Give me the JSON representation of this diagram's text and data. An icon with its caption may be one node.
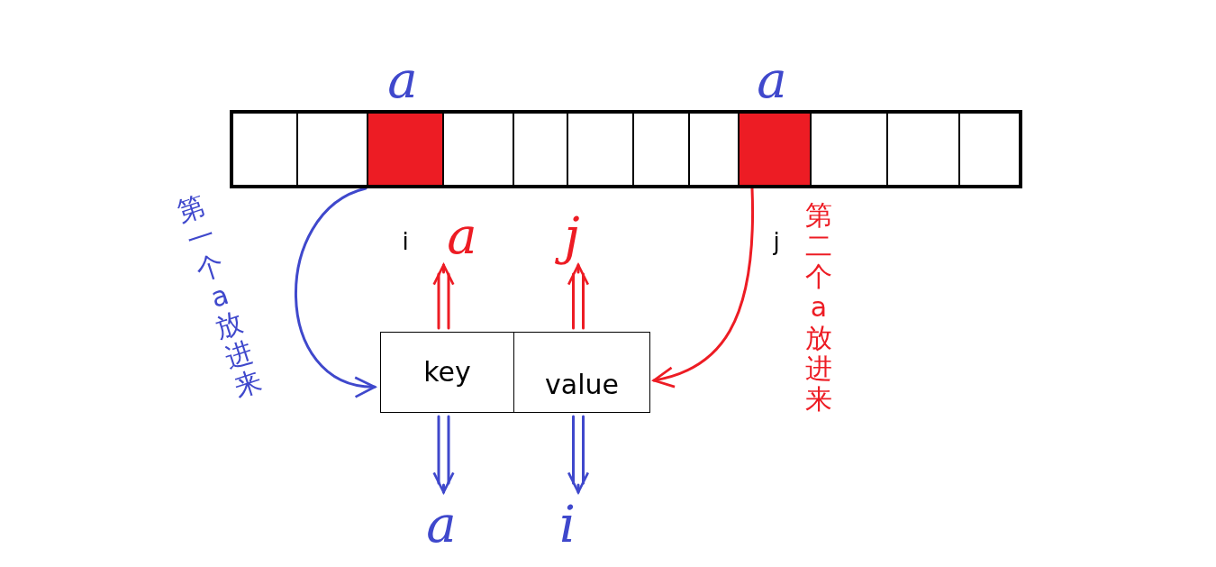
{
  "diagram": {
    "nodes": [
      {
        "text": [],
        "shape": "box"
      },
      {
        "text": [],
        "shape": "box",
        "in": 0
      },
      {
        "text": [],
        "shape": "box",
        "in": 0
      },
      {
        "text": [],
        "shape": "box",
        "in": 0,
        "beside": [
          "a",
          "i"
        ]
      },
      {
        "text": [],
        "shape": "box",
        "in": 0
      },
      {
        "text": [],
        "shape": "box",
        "in": 0
      },
      {
        "text": [],
        "shape": "box",
        "in": 0
      },
      {
        "text": [],
        "shape": "box",
        "in": 0
      },
      {
        "text": [],
        "shape": "box",
        "in": 0
      },
      {
        "text": [],
        "shape": "box",
        "in": 0,
        "beside": [
          "a",
          "j"
        ]
      },
      {
        "text": [],
        "shape": "box",
        "in": 0
      },
      {
        "text": [],
        "shape": "box",
        "in": 0
      },
      {
        "text": [],
        "shape": "box",
        "in": 0
      },
      {
        "text": [
          "key"
        ]
      },
      {
        "text": [
          "value"
        ]
      },
      {
        "text": [
          "a"
        ]
      },
      {
        "text": [
          "j"
        ]
      },
      {
        "text": [
          "a"
        ]
      },
      {
        "text": [
          "i"
        ]
      }
    ],
    "edges": [
      {
        "from": 3,
        "to": 13,
        "arrow": "to",
        "label": "第一个a放进来",
        "color": "#3f48cc"
      },
      {
        "from": 9,
        "to": 14,
        "arrow": "to",
        "label": "第二个a放进来",
        "color": "#ed1c24"
      },
      {
        "from": 13,
        "to": 15,
        "arrow": "to",
        "color": "#ed1c24"
      },
      {
        "from": 14,
        "to": 16,
        "arrow": "to",
        "color": "#ed1c24"
      },
      {
        "from": 13,
        "to": 17,
        "arrow": "to",
        "color": "#3f48cc"
      },
      {
        "from": 14,
        "to": 18,
        "arrow": "to",
        "color": "#3f48cc"
      }
    ]
  }
}
